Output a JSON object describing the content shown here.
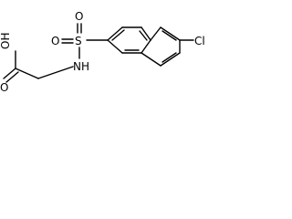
{
  "molecule": {
    "atoms": {
      "oh": "OH",
      "o_carbonyl": "O",
      "s": "S",
      "o_sulfonyl_left": "O",
      "o_sulfonyl_top": "O",
      "nh": "NH",
      "cl": "Cl"
    }
  }
}
